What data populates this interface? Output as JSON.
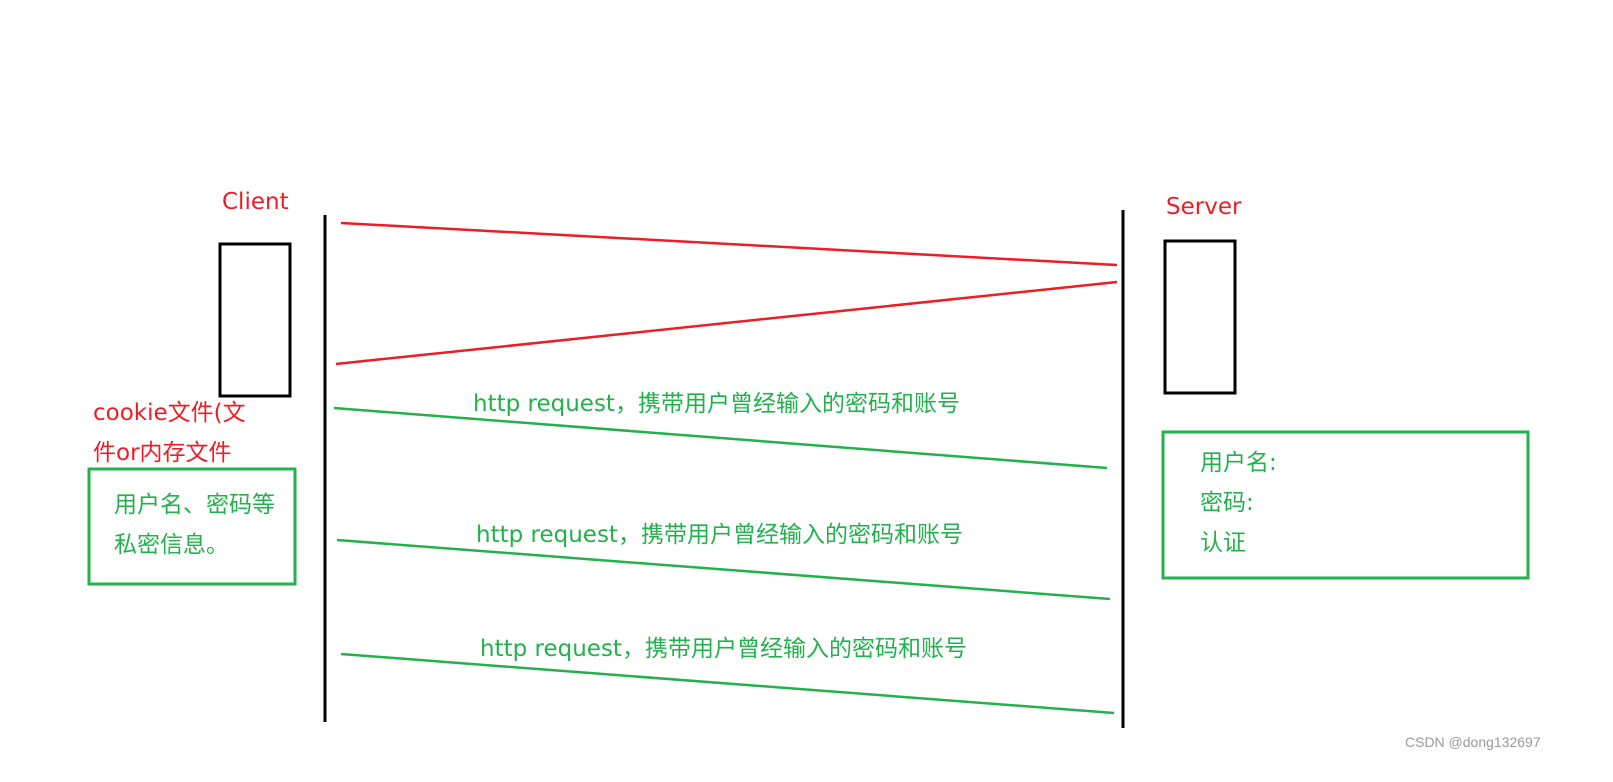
{
  "labels": {
    "client": "Client",
    "server": "Server",
    "cookie_line1": "cookie文件(文",
    "cookie_line2": "件or内存文件"
  },
  "client_box": {
    "line1": "用户名、密码等",
    "line2": "私密信息。"
  },
  "server_box": {
    "line1": "用户名:",
    "line2": "密码:",
    "line3": "认证"
  },
  "requests": [
    {
      "label": "http request，携带用户曾经输入的密码和账号"
    },
    {
      "label": "http request，携带用户曾经输入的密码和账号"
    },
    {
      "label": "http request，携带用户曾经输入的密码和账号"
    }
  ],
  "watermark": "CSDN @dong132697",
  "colors": {
    "red": "#ee1c25",
    "green": "#22b14c",
    "black": "#000000"
  }
}
